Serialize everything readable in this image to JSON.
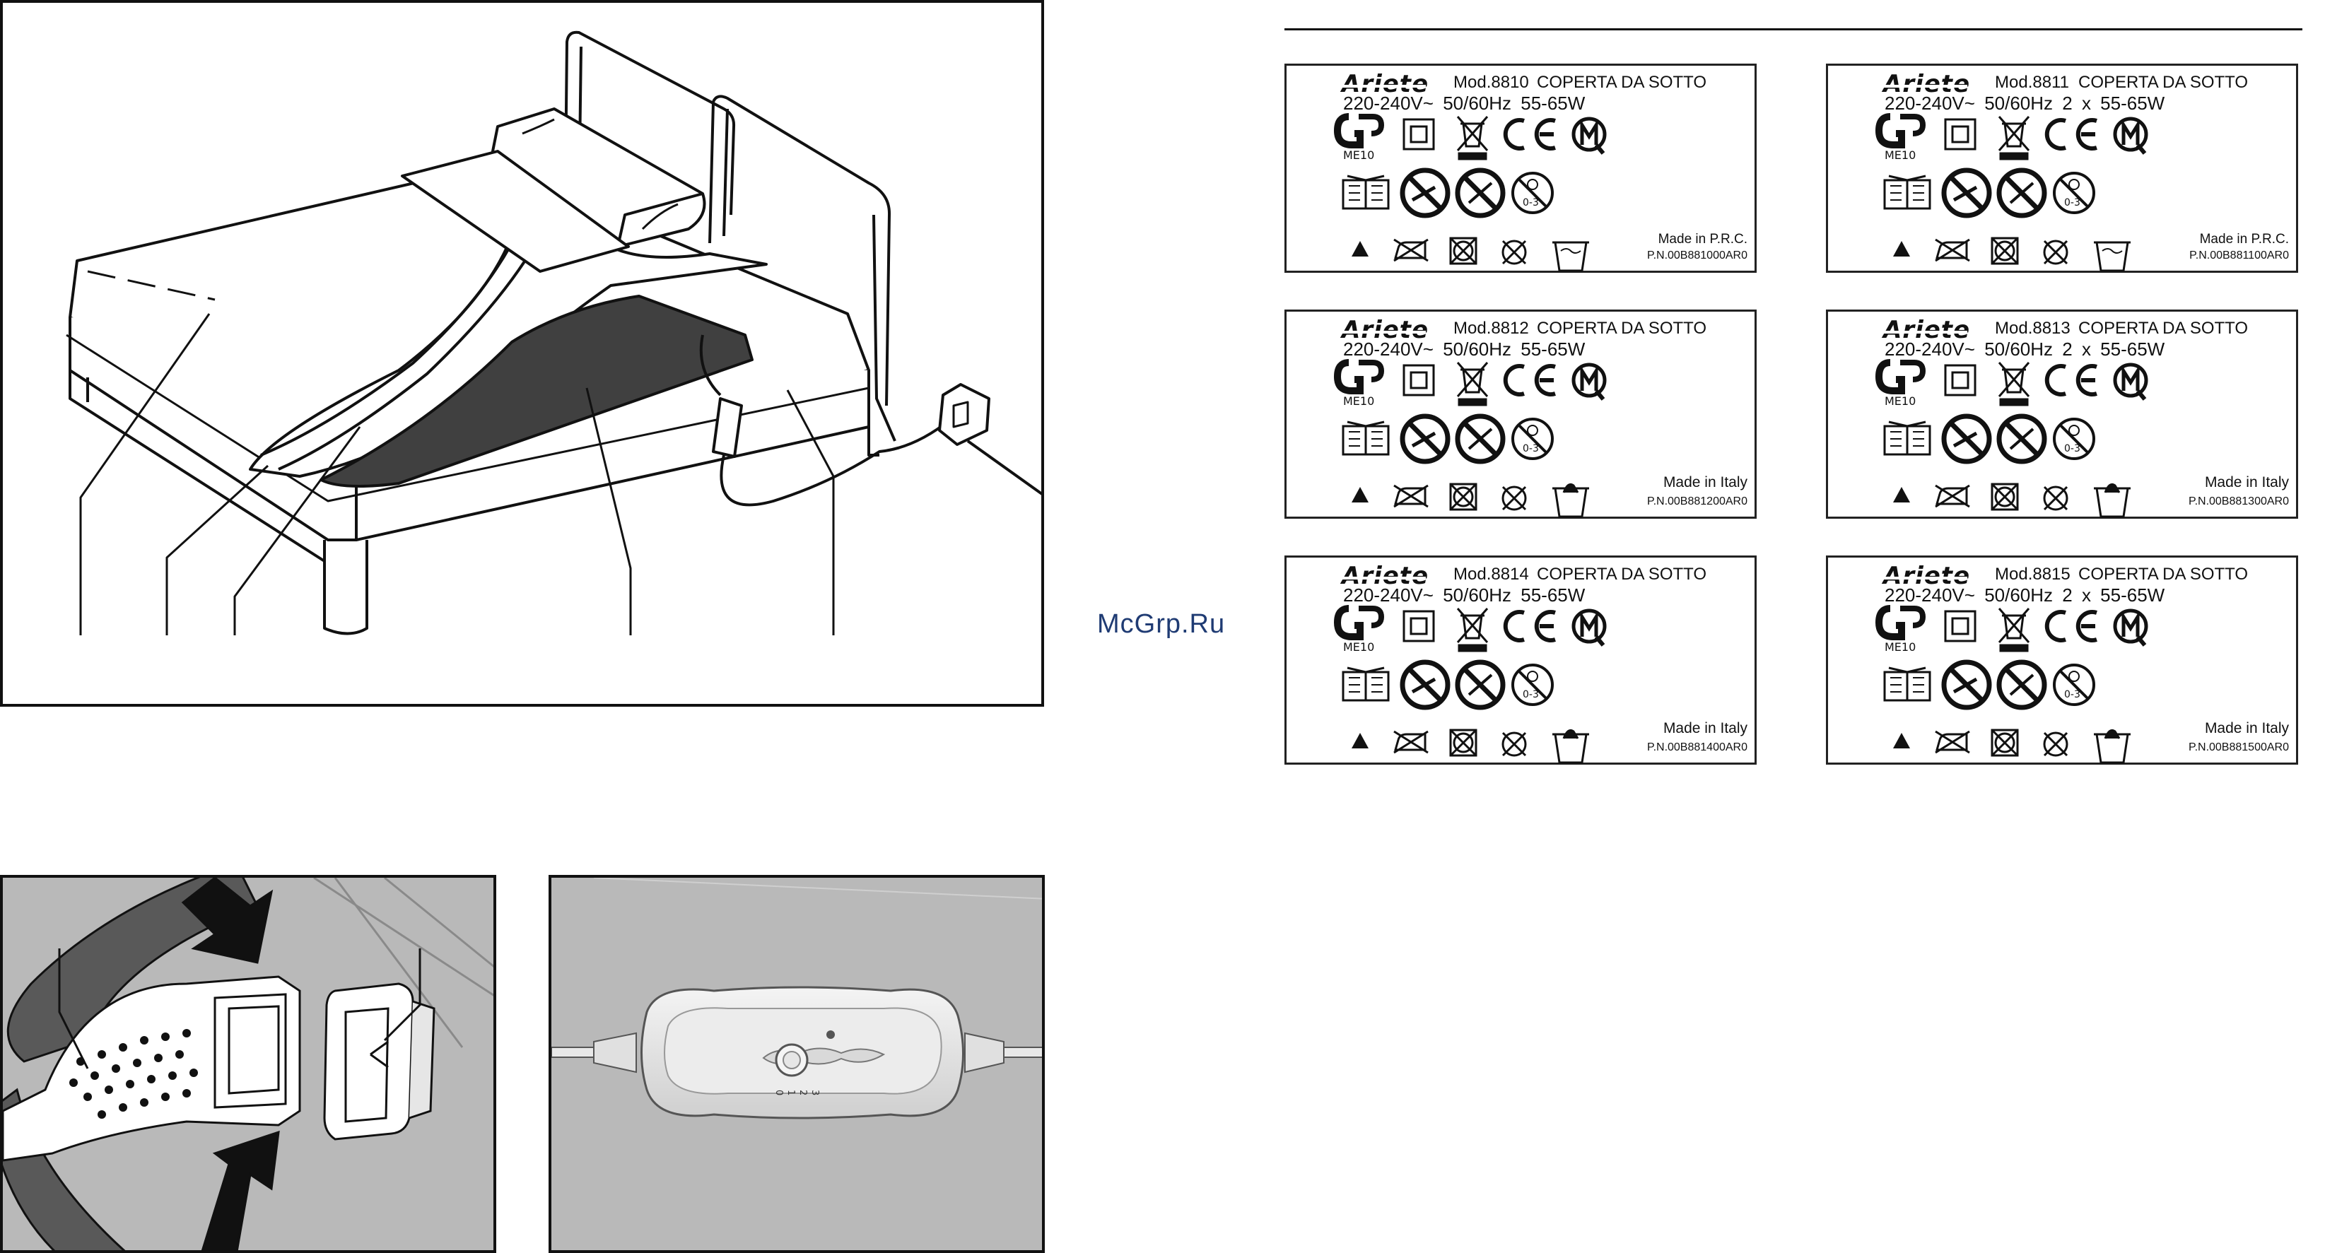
{
  "bed_figure": {
    "callouts": 5
  },
  "controller": {
    "scale_marks": [
      "0",
      "1",
      "2",
      "3"
    ]
  },
  "watermark": "McGrp.Ru",
  "labels": [
    {
      "brand": "Ariete",
      "model": "Mod.8810",
      "name": "COPERTA DA SOTTO",
      "voltage": "220-240V~",
      "freq": "50/60Hz",
      "power": "55-65W",
      "cert": "ME10",
      "origin": "Made in P.R.C.",
      "pn": "P.N.00B881000AR0",
      "wash": "tub"
    },
    {
      "brand": "Ariete",
      "model": "Mod.8811",
      "name": "COPERTA DA SOTTO",
      "voltage": "220-240V~",
      "freq": "50/60Hz",
      "power": "2 x 55-65W",
      "cert": "ME10",
      "origin": "Made in P.R.C.",
      "pn": "P.N.00B881100AR0",
      "wash": "tub"
    },
    {
      "brand": "Ariete",
      "model": "Mod.8812",
      "name": "COPERTA DA SOTTO",
      "voltage": "220-240V~",
      "freq": "50/60Hz",
      "power": "55-65W",
      "cert": "ME10",
      "origin": "Made in Italy",
      "pn": "P.N.00B881200AR0",
      "wash": "hand"
    },
    {
      "brand": "Ariete",
      "model": "Mod.8813",
      "name": "COPERTA DA SOTTO",
      "voltage": "220-240V~",
      "freq": "50/60Hz",
      "power": "2 x 55-65W",
      "cert": "ME10",
      "origin": "Made in Italy",
      "pn": "P.N.00B881300AR0",
      "wash": "hand"
    },
    {
      "brand": "Ariete",
      "model": "Mod.8814",
      "name": "COPERTA DA SOTTO",
      "voltage": "220-240V~",
      "freq": "50/60Hz",
      "power": "55-65W",
      "cert": "ME10",
      "origin": "Made in Italy",
      "pn": "P.N.00B881400AR0",
      "wash": "hand"
    },
    {
      "brand": "Ariete",
      "model": "Mod.8815",
      "name": "COPERTA DA SOTTO",
      "voltage": "220-240V~",
      "freq": "50/60Hz",
      "power": "2 x 55-65W",
      "cert": "ME10",
      "origin": "Made in Italy",
      "pn": "P.N.00B881500AR0",
      "wash": "hand"
    }
  ],
  "icons": [
    "gost-icon",
    "double-insulation-icon",
    "weee-bin-icon",
    "ce-mark-icon",
    "imq-mark-icon",
    "read-manual-icon",
    "no-folding-icon",
    "no-pins-icon",
    "age-0-3-icon",
    "no-bleach-icon",
    "no-iron-icon",
    "no-tumble-dry-icon",
    "no-dry-clean-icon",
    "wash-icon"
  ]
}
